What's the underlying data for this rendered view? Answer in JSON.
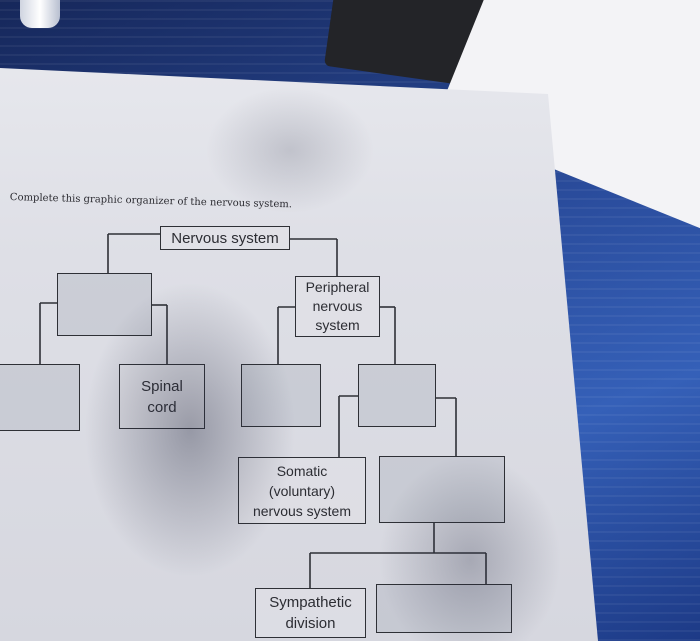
{
  "instruction": "Complete this graphic organizer of the nervous system.",
  "boxes": {
    "nervous_system": "Nervous system",
    "peripheral": "Peripheral\nnervous\nsystem",
    "spinal_cord": "Spinal\ncord",
    "somatic": "Somatic\n(voluntary)\nnervous system",
    "sympathetic": "Sympathetic\ndivision",
    "blank_central": "",
    "blank_brain": "",
    "blank_sensory": "",
    "blank_motor": "",
    "blank_autonomic": "",
    "blank_parasympathetic": ""
  }
}
